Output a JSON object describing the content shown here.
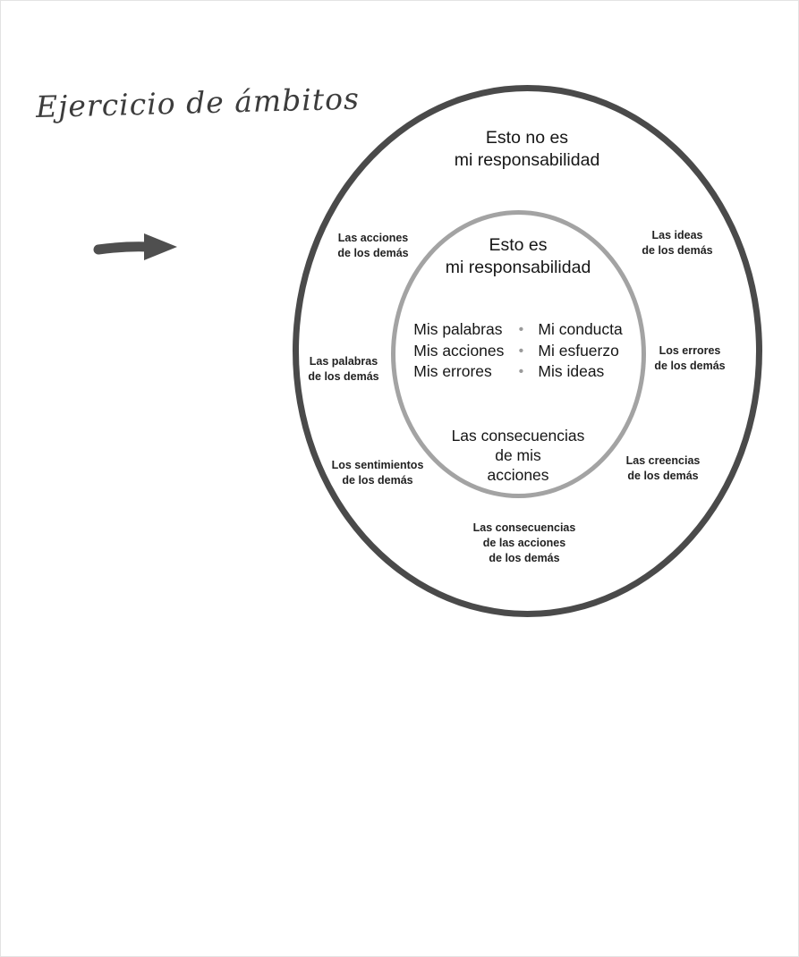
{
  "page": {
    "handwritten_title": "Ejercicio de ámbitos"
  },
  "diagram": {
    "outer_circle": {
      "title": "Esto no es\nmi responsabilidad",
      "labels": {
        "left_top": "Las acciones\nde los demás",
        "right_top": "Las ideas\nde los demás",
        "left_middle": "Las palabras\nde los demás",
        "right_middle": "Los errores\nde los demás",
        "left_bottom": "Los sentimientos\nde los demás",
        "right_bottom": "Las creencias\nde los demás",
        "bottom": "Las consecuencias\nde las acciones\nde los demás"
      }
    },
    "inner_circle": {
      "title": "Esto es\nmi responsabilidad",
      "bullet": "•",
      "rows": [
        {
          "left": "Mis palabras",
          "right": "Mi conducta"
        },
        {
          "left": "Mis acciones",
          "right": "Mi esfuerzo"
        },
        {
          "left": "Mis errores",
          "right": "Mis ideas"
        }
      ],
      "footer": "Las consecuencias\nde mis\nacciones"
    },
    "colors": {
      "outer_ring": "#4a4a4a",
      "inner_ring": "#a3a3a3",
      "text": "#1d1d1d",
      "arrow": "#4f4f4f"
    }
  }
}
